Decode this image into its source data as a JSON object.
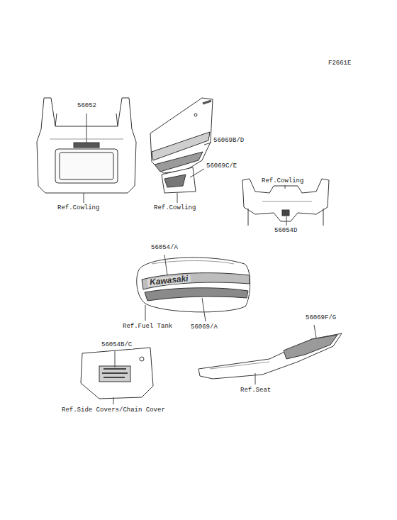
{
  "diagram": {
    "labels": [
      "F2661E",
      "56052",
      "Ref.Cowling",
      "56069B/D",
      "56069C/E",
      "Ref.Cowling",
      "Ref.Cowling",
      "56054D",
      "56054/A",
      "Kawasaki",
      "Ref.Fuel Tank",
      "56069/A",
      "56069F/G",
      "56054B/C",
      "Ref.Seat",
      "Ref.Side Covers/Chain Cover"
    ]
  }
}
